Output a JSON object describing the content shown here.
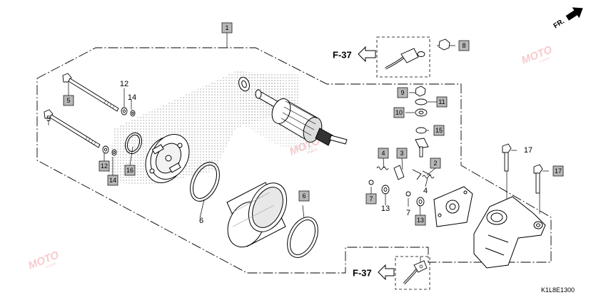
{
  "diagram": {
    "part_code": "K1L8E1300",
    "front_arrow_label": "FR.",
    "watermark_text": "MOTO",
    "watermark_sub": "e.parts",
    "refs": [
      {
        "id": "ref-top",
        "text": "F-37"
      },
      {
        "id": "ref-bottom",
        "text": "F-37"
      }
    ],
    "boxed_labels": [
      {
        "id": "b1",
        "text": "1"
      },
      {
        "id": "b8",
        "text": "8"
      },
      {
        "id": "b5",
        "text": "5"
      },
      {
        "id": "b16",
        "text": "16"
      },
      {
        "id": "b12",
        "text": "12"
      },
      {
        "id": "b14",
        "text": "14"
      },
      {
        "id": "b9",
        "text": "9"
      },
      {
        "id": "b11",
        "text": "11"
      },
      {
        "id": "b10",
        "text": "10"
      },
      {
        "id": "b15",
        "text": "15"
      },
      {
        "id": "b4",
        "text": "4"
      },
      {
        "id": "b3",
        "text": "3"
      },
      {
        "id": "b2",
        "text": "2"
      },
      {
        "id": "b7",
        "text": "7"
      },
      {
        "id": "b13",
        "text": "13"
      },
      {
        "id": "b6",
        "text": "6"
      },
      {
        "id": "b17",
        "text": "17"
      }
    ],
    "plain_labels": [
      {
        "id": "p12",
        "text": "12"
      },
      {
        "id": "p14",
        "text": "14"
      },
      {
        "id": "p5",
        "text": "5"
      },
      {
        "id": "p6",
        "text": "6"
      },
      {
        "id": "p4",
        "text": "4"
      },
      {
        "id": "p13",
        "text": "13"
      },
      {
        "id": "p7",
        "text": "7"
      },
      {
        "id": "p17",
        "text": "17"
      }
    ]
  }
}
